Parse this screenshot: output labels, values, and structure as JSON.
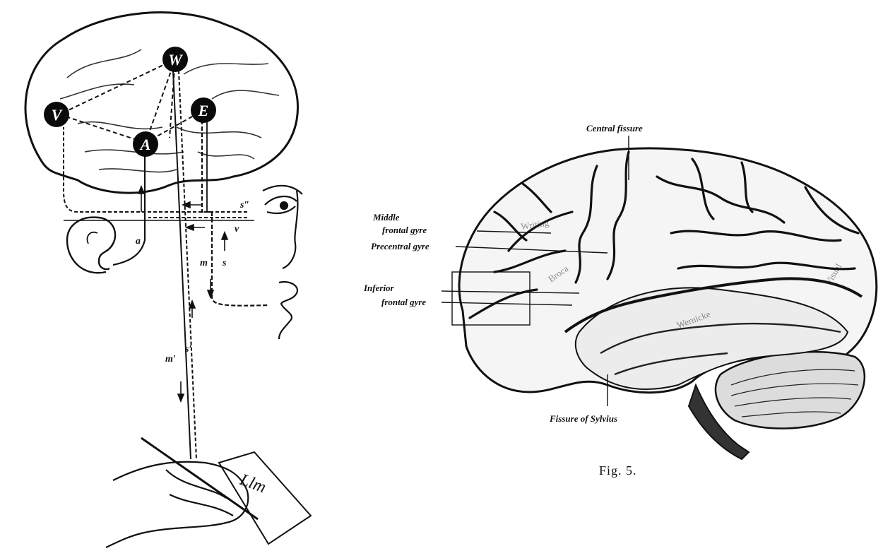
{
  "left_diagram": {
    "nodes": [
      {
        "id": "W",
        "label": "W"
      },
      {
        "id": "V",
        "label": "V"
      },
      {
        "id": "E",
        "label": "E"
      },
      {
        "id": "A",
        "label": "A"
      }
    ],
    "path_labels": {
      "s_dd": "s″",
      "v": "v",
      "a": "a",
      "m": "m",
      "s": "s",
      "m_prime": "m′",
      "s_prime": "s′"
    },
    "note_text": "Llm"
  },
  "right_diagram": {
    "labels": {
      "central_fissure": "Central fissure",
      "middle_frontal_1": "Middle",
      "middle_frontal_2": "frontal gyre",
      "precentral": "Precentral gyre",
      "inferior_frontal_1": "Inferior",
      "inferior_frontal_2": "frontal gyre",
      "fissure_sylvius": "Fissure of Sylvius",
      "caption": "Fig. 5."
    },
    "region_words": {
      "writing": "Writing",
      "broca": "Broca",
      "visual": "Visual",
      "wernicke": "Wernicke"
    }
  }
}
